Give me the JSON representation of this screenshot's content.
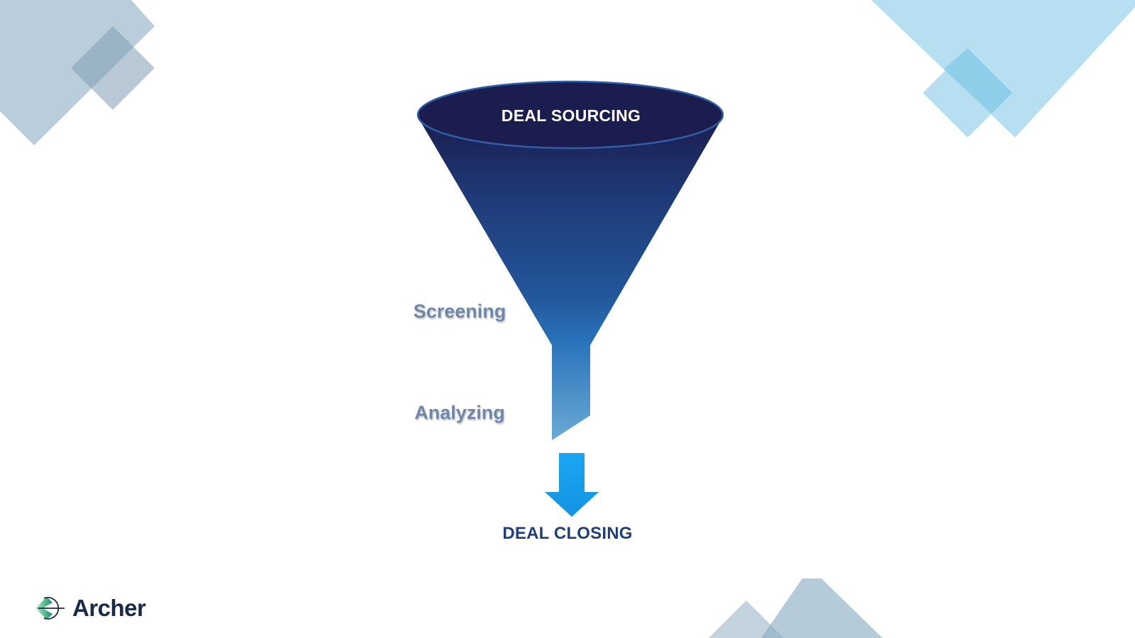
{
  "funnel": {
    "top_stage": "DEAL SOURCING",
    "middle_stages": [
      "Screening",
      "Analyzing"
    ],
    "outcome": "DEAL CLOSING"
  },
  "brand": {
    "name": "Archer",
    "icon": "archer-logo-icon"
  },
  "colors": {
    "funnel_top": "#1b1d4e",
    "funnel_mid": "#22569a",
    "funnel_bottom": "#6aaad6",
    "arrow": "#17a0ee",
    "stage_text": "#6f88a9",
    "outcome_text": "#1f3e7c",
    "deco_dark": "#8fafc3",
    "deco_light": "#a9dbef",
    "logo_text": "#1a2b4a"
  }
}
